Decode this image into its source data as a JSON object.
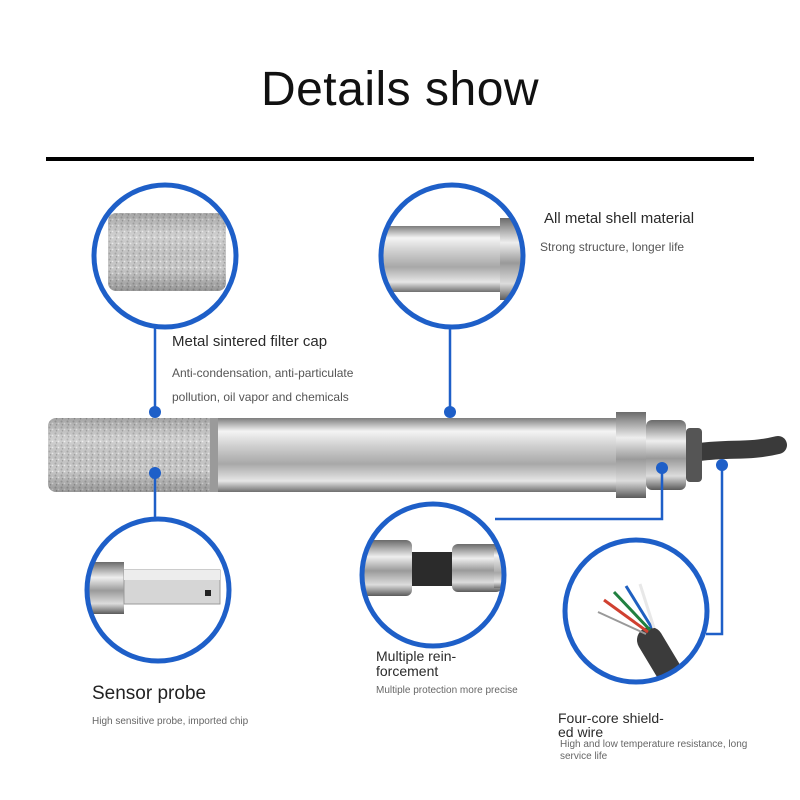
{
  "page": {
    "title": "Details show"
  },
  "callouts": {
    "filter_cap": {
      "title": "Metal sintered filter cap",
      "desc_line1": "Anti-condensation, anti-particulate",
      "desc_line2": "pollution, oil vapor and chemicals"
    },
    "shell": {
      "title": "All metal shell material",
      "desc": "Strong structure, longer life"
    },
    "probe": {
      "title": "Sensor probe",
      "desc": "High sensitive probe, imported chip"
    },
    "reinforcement": {
      "title_line1": "Multiple rein-",
      "title_line2": "forcement",
      "desc": "Multiple protection more precise"
    },
    "wire": {
      "title_line1": "Four-core shield-",
      "title_line2": "ed wire",
      "desc_line1": "High and low temperature resistance, long",
      "desc_line2": "service life"
    }
  },
  "colors": {
    "accent_blue": "#1e5fc8",
    "steel_light": "#e8e8e8",
    "steel_dark": "#8a8a8a",
    "cable": "#3a3a3a"
  },
  "icons": {
    "connector_dot": "dot-marker"
  }
}
